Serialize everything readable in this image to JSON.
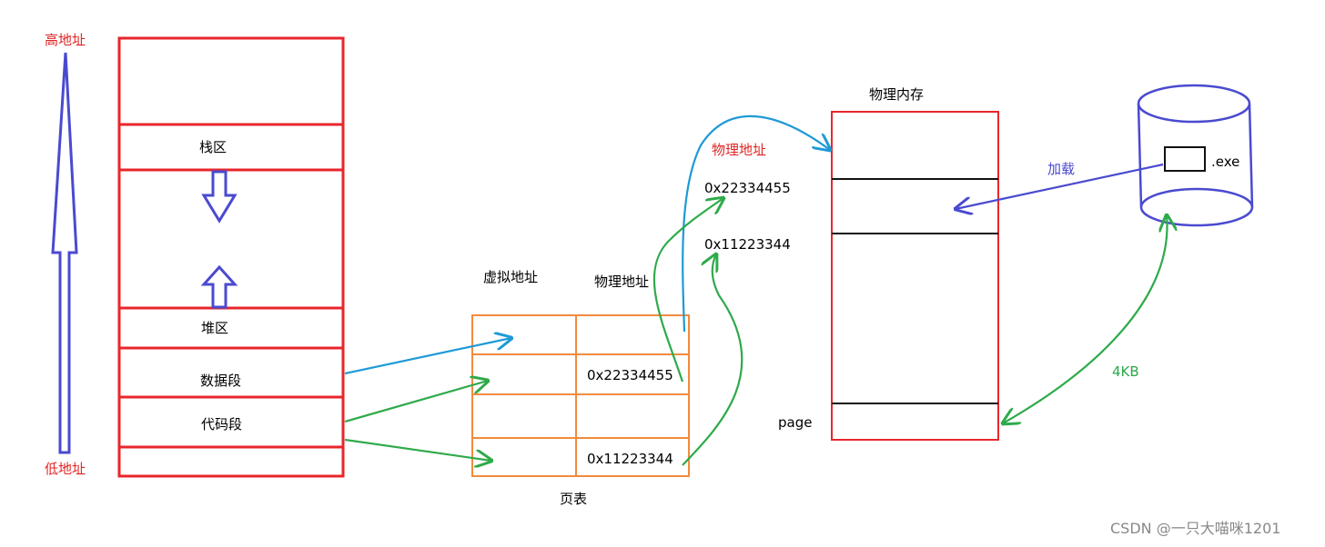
{
  "colors": {
    "red": "#e8262b",
    "orange": "#f28b3c",
    "blue_outline": "#4a4ad0",
    "cyan_arrow": "#1e9ad6",
    "green_arrow": "#2eaa4a",
    "black_line": "#111111",
    "watermark": "#888888"
  },
  "address_axis": {
    "high_label": "高地址",
    "low_label": "低地址"
  },
  "process_memory": {
    "stack_label": "栈区",
    "heap_label": "堆区",
    "data_segment_label": "数据段",
    "code_segment_label": "代码段"
  },
  "page_table": {
    "virtual_header": "虚拟地址",
    "physical_header": "物理地址",
    "row2_physical": "0x22334455",
    "row4_physical": "0x11223344",
    "caption": "页表"
  },
  "mapped_addresses": {
    "label": "物理地址",
    "addr1": "0x22334455",
    "addr2": "0x11223344"
  },
  "physical_memory": {
    "title": "物理内存",
    "page_label": "page"
  },
  "disk": {
    "file_label": ".exe",
    "load_label": "加载",
    "size_label": "4KB"
  },
  "watermark": "CSDN @一只大喵咪1201"
}
